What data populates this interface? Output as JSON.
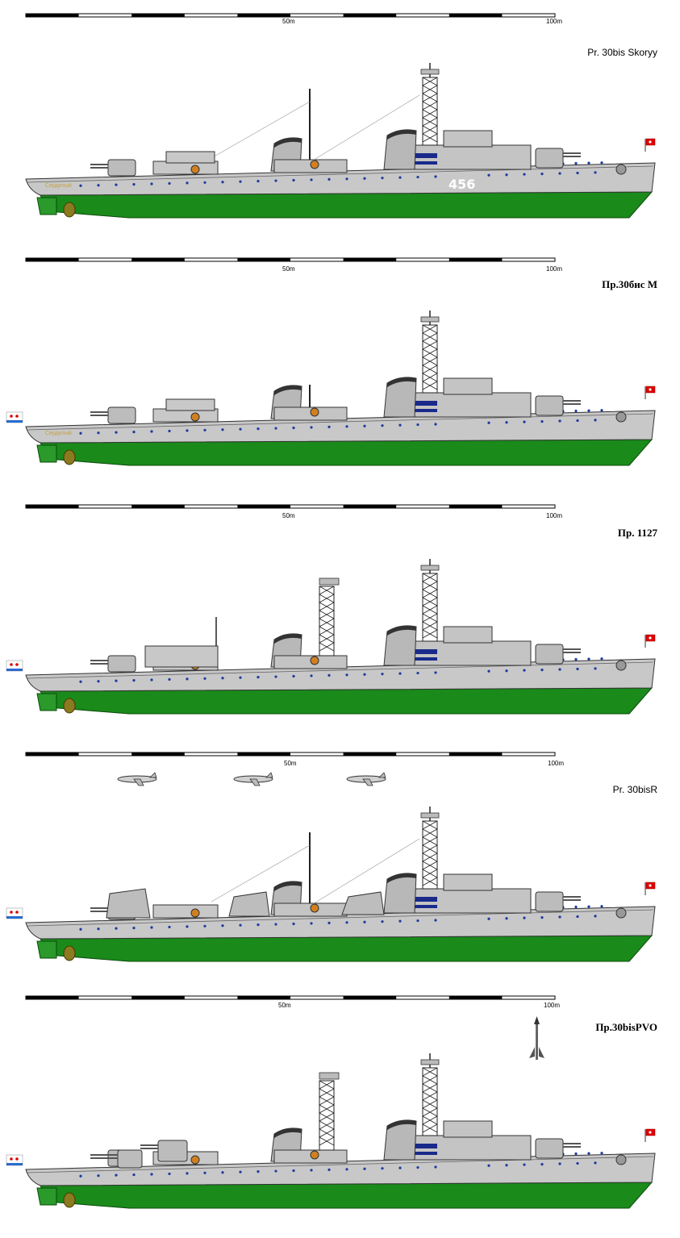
{
  "scale": {
    "label_mid": "50m",
    "label_end": "100m"
  },
  "colors": {
    "hull_upper": "#c8c8c8",
    "hull_lower": "#1a8a1a",
    "porthole": "#1a3aa0",
    "flag_red": "#e00000"
  },
  "ships": [
    {
      "title": "Pr. 30bis Skoryy",
      "hull_number": "456",
      "name_plate": "Сердитый",
      "variant": "skoryy"
    },
    {
      "title": "Пр.30бис М",
      "hull_number": "",
      "name_plate": "Сердитый",
      "variant": "m"
    },
    {
      "title": "Пр. 1127",
      "hull_number": "",
      "name_plate": "",
      "variant": "1127"
    },
    {
      "title": "Pr. 30bisR",
      "hull_number": "",
      "name_plate": "",
      "variant": "r"
    },
    {
      "title": "Пр.30bisPVO",
      "hull_number": "",
      "name_plate": "",
      "variant": "pvo"
    }
  ]
}
